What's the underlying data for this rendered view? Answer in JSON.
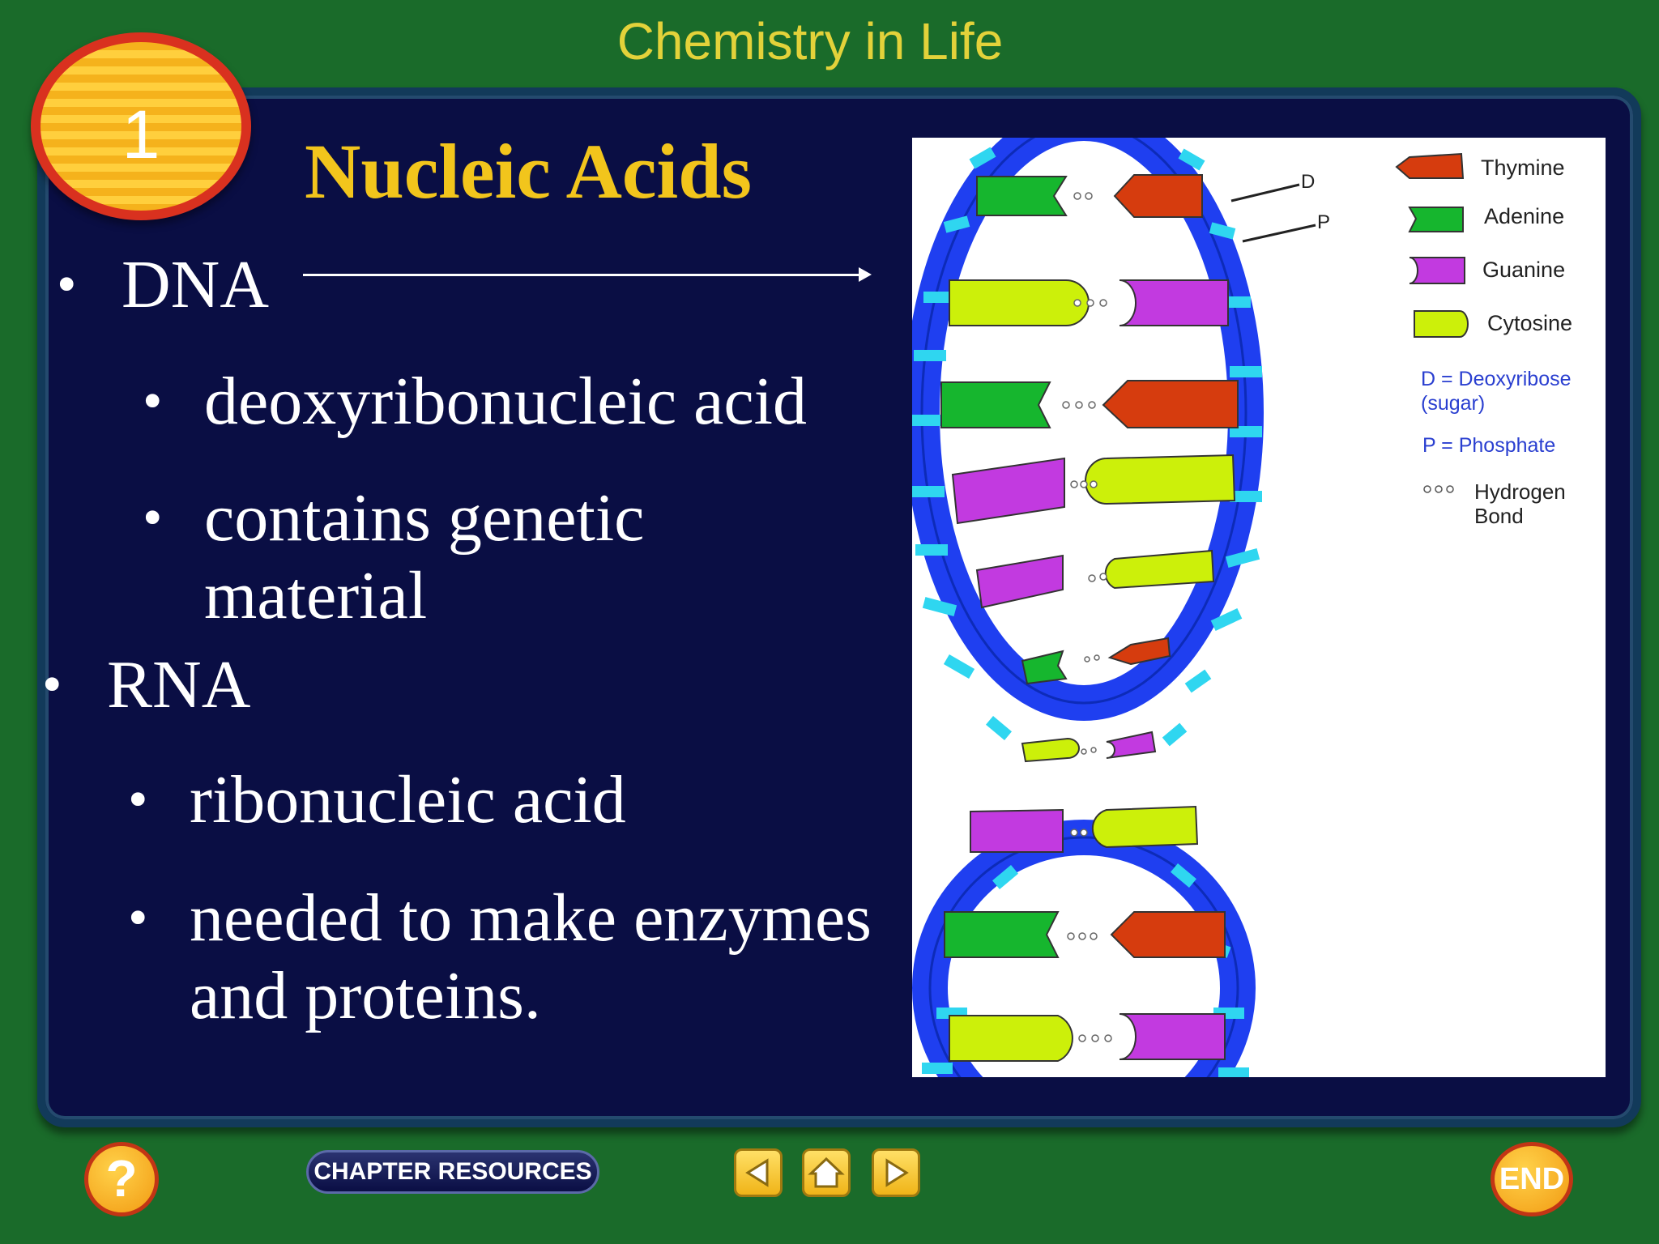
{
  "header": {
    "title": "Chemistry in Life"
  },
  "slide": {
    "section_number": "1",
    "title": "Nucleic Acids",
    "bullets": [
      {
        "label": "DNA",
        "subs": [
          "deoxyribonucleic acid",
          "contains genetic material"
        ]
      },
      {
        "label": "RNA",
        "subs": [
          "ribonucleic acid",
          "needed to make enzymes and proteins."
        ]
      }
    ]
  },
  "diagram": {
    "strand_labels": {
      "d": "D",
      "p": "P"
    },
    "legend": {
      "thymine": "Thymine",
      "adenine": "Adenine",
      "guanine": "Guanine",
      "cytosine": "Cytosine",
      "deoxyribose": "D = Deoxyribose",
      "deoxyribose_note": "(sugar)",
      "phosphate": "P = Phosphate",
      "hbond_line1": "Hydrogen",
      "hbond_line2": "Bond"
    },
    "colors": {
      "thymine": "#d63c0e",
      "adenine": "#16b62e",
      "guanine": "#c23ae0",
      "cytosine": "#ccf00a",
      "backbone": "#1f3ff0",
      "phosphate": "#2fd6f0"
    }
  },
  "footer": {
    "help_label": "?",
    "chapter_resources_label": "CHAPTER RESOURCES",
    "end_label": "END"
  },
  "colors": {
    "background": "#1a6b2a",
    "panel": "#0a0e44",
    "title": "#f2c51c",
    "header": "#e3d23a"
  }
}
